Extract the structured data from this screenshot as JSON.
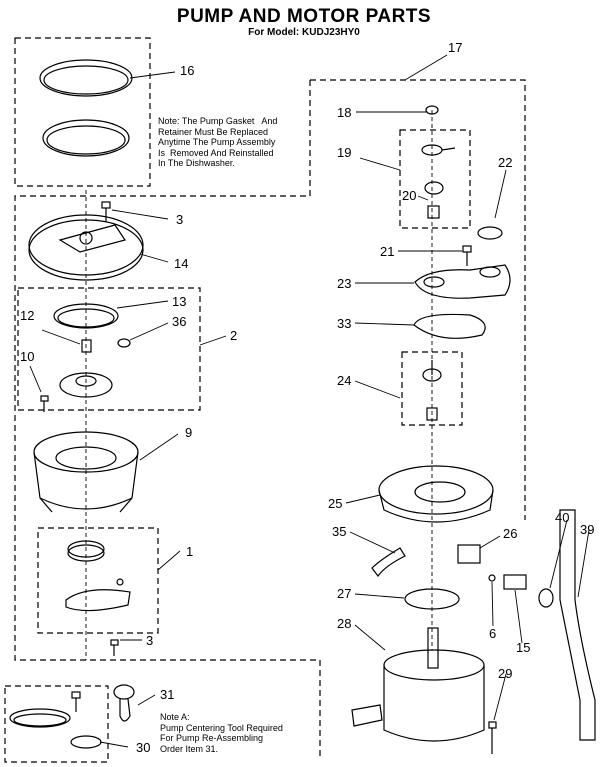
{
  "title": "PUMP AND MOTOR PARTS",
  "subtitle": "For Model: KUDJ23HY0",
  "notes": {
    "gasket": "Note: The Pump Gasket   And\nRetainer Must Be Replaced\nAnytime The Pump Assembly\nIs  Removed And Reinstalled\nIn The Dishwasher.",
    "centering_tool": "Note A:\nPump Centering Tool Required\nFor Pump Re-Assembling\nOrder Item 31."
  },
  "callouts": [
    "16",
    "3",
    "14",
    "13",
    "36",
    "2",
    "12",
    "10",
    "9",
    "1",
    "3",
    "31",
    "30",
    "17",
    "18",
    "19",
    "22",
    "20",
    "21",
    "23",
    "33",
    "24",
    "25",
    "26",
    "35",
    "27",
    "40",
    "39",
    "6",
    "15",
    "28",
    "29"
  ]
}
